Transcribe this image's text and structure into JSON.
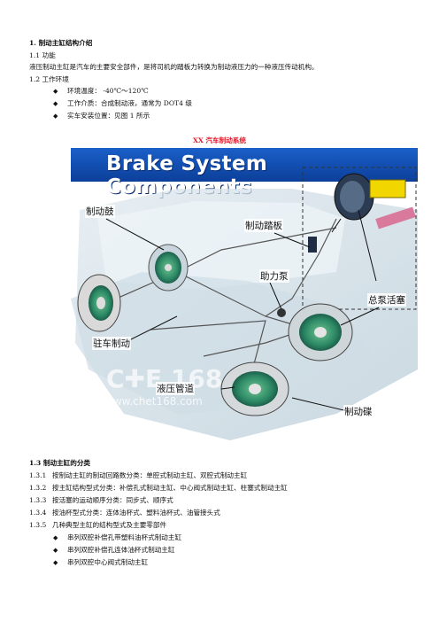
{
  "section": {
    "heading": "1.  制动主缸结构介绍",
    "s11": "1.1  功能",
    "function_text": "液压制动主缸是汽车的主要安全部件，是将司机的踏板力转换为制动液压力的一种液压传动机构。",
    "s12": "1.2  工作环境",
    "env_items": [
      "环境温度：  -40℃～120℃",
      "工作介质：合成制动液，通常为 DOT4 级",
      "实车安装位置：见图 1 所示"
    ]
  },
  "figure": {
    "caption": "XX 汽车制动系统",
    "banner_title": "Brake System Components",
    "watermark": "www.chet168.com",
    "labels": {
      "drum": "制动鼓",
      "pedal": "制动踏板",
      "booster": "助力泵",
      "parking": "驻车制动",
      "master_piston": "总泵活塞",
      "hydraulic_line": "液压管道",
      "disc": "制动碟"
    }
  },
  "classification": {
    "heading": "1.3  制动主缸的分类",
    "items": [
      {
        "num": "1.3.1",
        "text": "按制动主缸的制动回路数分类：单腔式制动主缸、双腔式制动主缸"
      },
      {
        "num": "1.3.2",
        "text": "按主缸结构型式分类：补偿孔式制动主缸、中心阀式制动主缸、柱塞式制动主缸"
      },
      {
        "num": "1.3.3",
        "text": "按活塞的运动顺序分类：同步式、顺序式"
      },
      {
        "num": "1.3.4",
        "text": "按油杯型式分类：连体油杯式、塑料油杯式、油管接头式"
      },
      {
        "num": "1.3.5",
        "text": "几种典型主缸的结构型式及主要零部件"
      }
    ],
    "types": [
      "串列双腔补偿孔带塑料油杯式制动主缸",
      "串列双腔补偿孔连体油杯式制动主缸",
      "串列双腔中心阀式制动主缸"
    ]
  }
}
